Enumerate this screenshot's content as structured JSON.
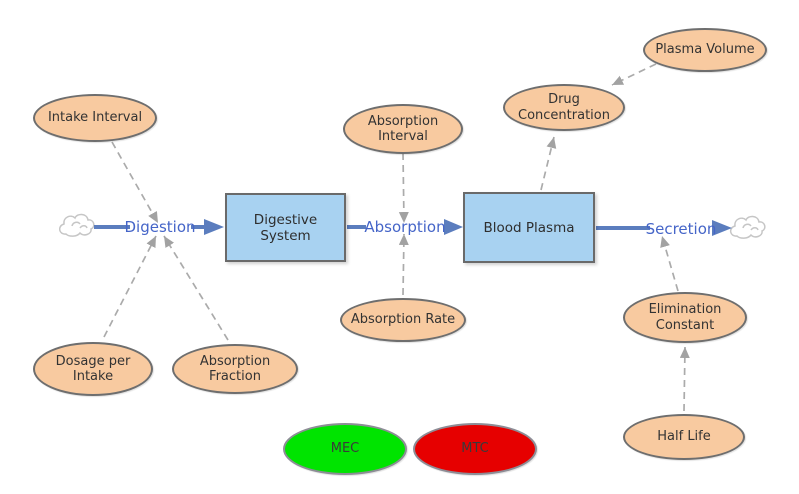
{
  "diagram": {
    "stocks": [
      {
        "id": "digestive-system",
        "label": "Digestive System"
      },
      {
        "id": "blood-plasma",
        "label": "Blood Plasma"
      }
    ],
    "flows": [
      {
        "id": "digestion",
        "label": "Digestion",
        "from": "source-cloud",
        "to": "digestive-system"
      },
      {
        "id": "absorption",
        "label": "Absorption",
        "from": "digestive-system",
        "to": "blood-plasma"
      },
      {
        "id": "secretion",
        "label": "Secretion",
        "from": "blood-plasma",
        "to": "sink-cloud"
      }
    ],
    "auxiliaries": [
      {
        "id": "intake-interval",
        "label": "Intake Interval"
      },
      {
        "id": "dosage-per-intake",
        "label": "Dosage per Intake"
      },
      {
        "id": "absorption-fraction",
        "label": "Absorption Fraction"
      },
      {
        "id": "absorption-interval",
        "label": "Absorption Interval"
      },
      {
        "id": "absorption-rate",
        "label": "Absorption Rate"
      },
      {
        "id": "plasma-volume",
        "label": "Plasma Volume"
      },
      {
        "id": "drug-concentration",
        "label": "Drug Concentration"
      },
      {
        "id": "elimination-constant",
        "label": "Elimination Constant"
      },
      {
        "id": "half-life",
        "label": "Half Life"
      }
    ],
    "thresholds": [
      {
        "id": "mec",
        "label": "MEC",
        "color": "#00e400"
      },
      {
        "id": "mtc",
        "label": "MTC",
        "color": "#e60000"
      }
    ],
    "clouds": [
      {
        "id": "source-cloud"
      },
      {
        "id": "sink-cloud"
      }
    ],
    "connectors": [
      {
        "from": "intake-interval",
        "to": "digestion"
      },
      {
        "from": "dosage-per-intake",
        "to": "digestion"
      },
      {
        "from": "absorption-fraction",
        "to": "digestion"
      },
      {
        "from": "absorption-interval",
        "to": "absorption"
      },
      {
        "from": "absorption-rate",
        "to": "absorption"
      },
      {
        "from": "blood-plasma",
        "to": "drug-concentration"
      },
      {
        "from": "plasma-volume",
        "to": "drug-concentration"
      },
      {
        "from": "elimination-constant",
        "to": "secretion"
      },
      {
        "from": "half-life",
        "to": "elimination-constant"
      }
    ],
    "colors": {
      "auxiliary_fill": "#f8caa0",
      "stock_fill": "#a8d2f1",
      "flow_line": "#5b7dbe",
      "flow_label_text": "#4565c8",
      "connector_line": "#ababab",
      "node_border": "#6e6e6e",
      "mec_fill": "#00e400",
      "mtc_fill": "#e60000"
    }
  }
}
